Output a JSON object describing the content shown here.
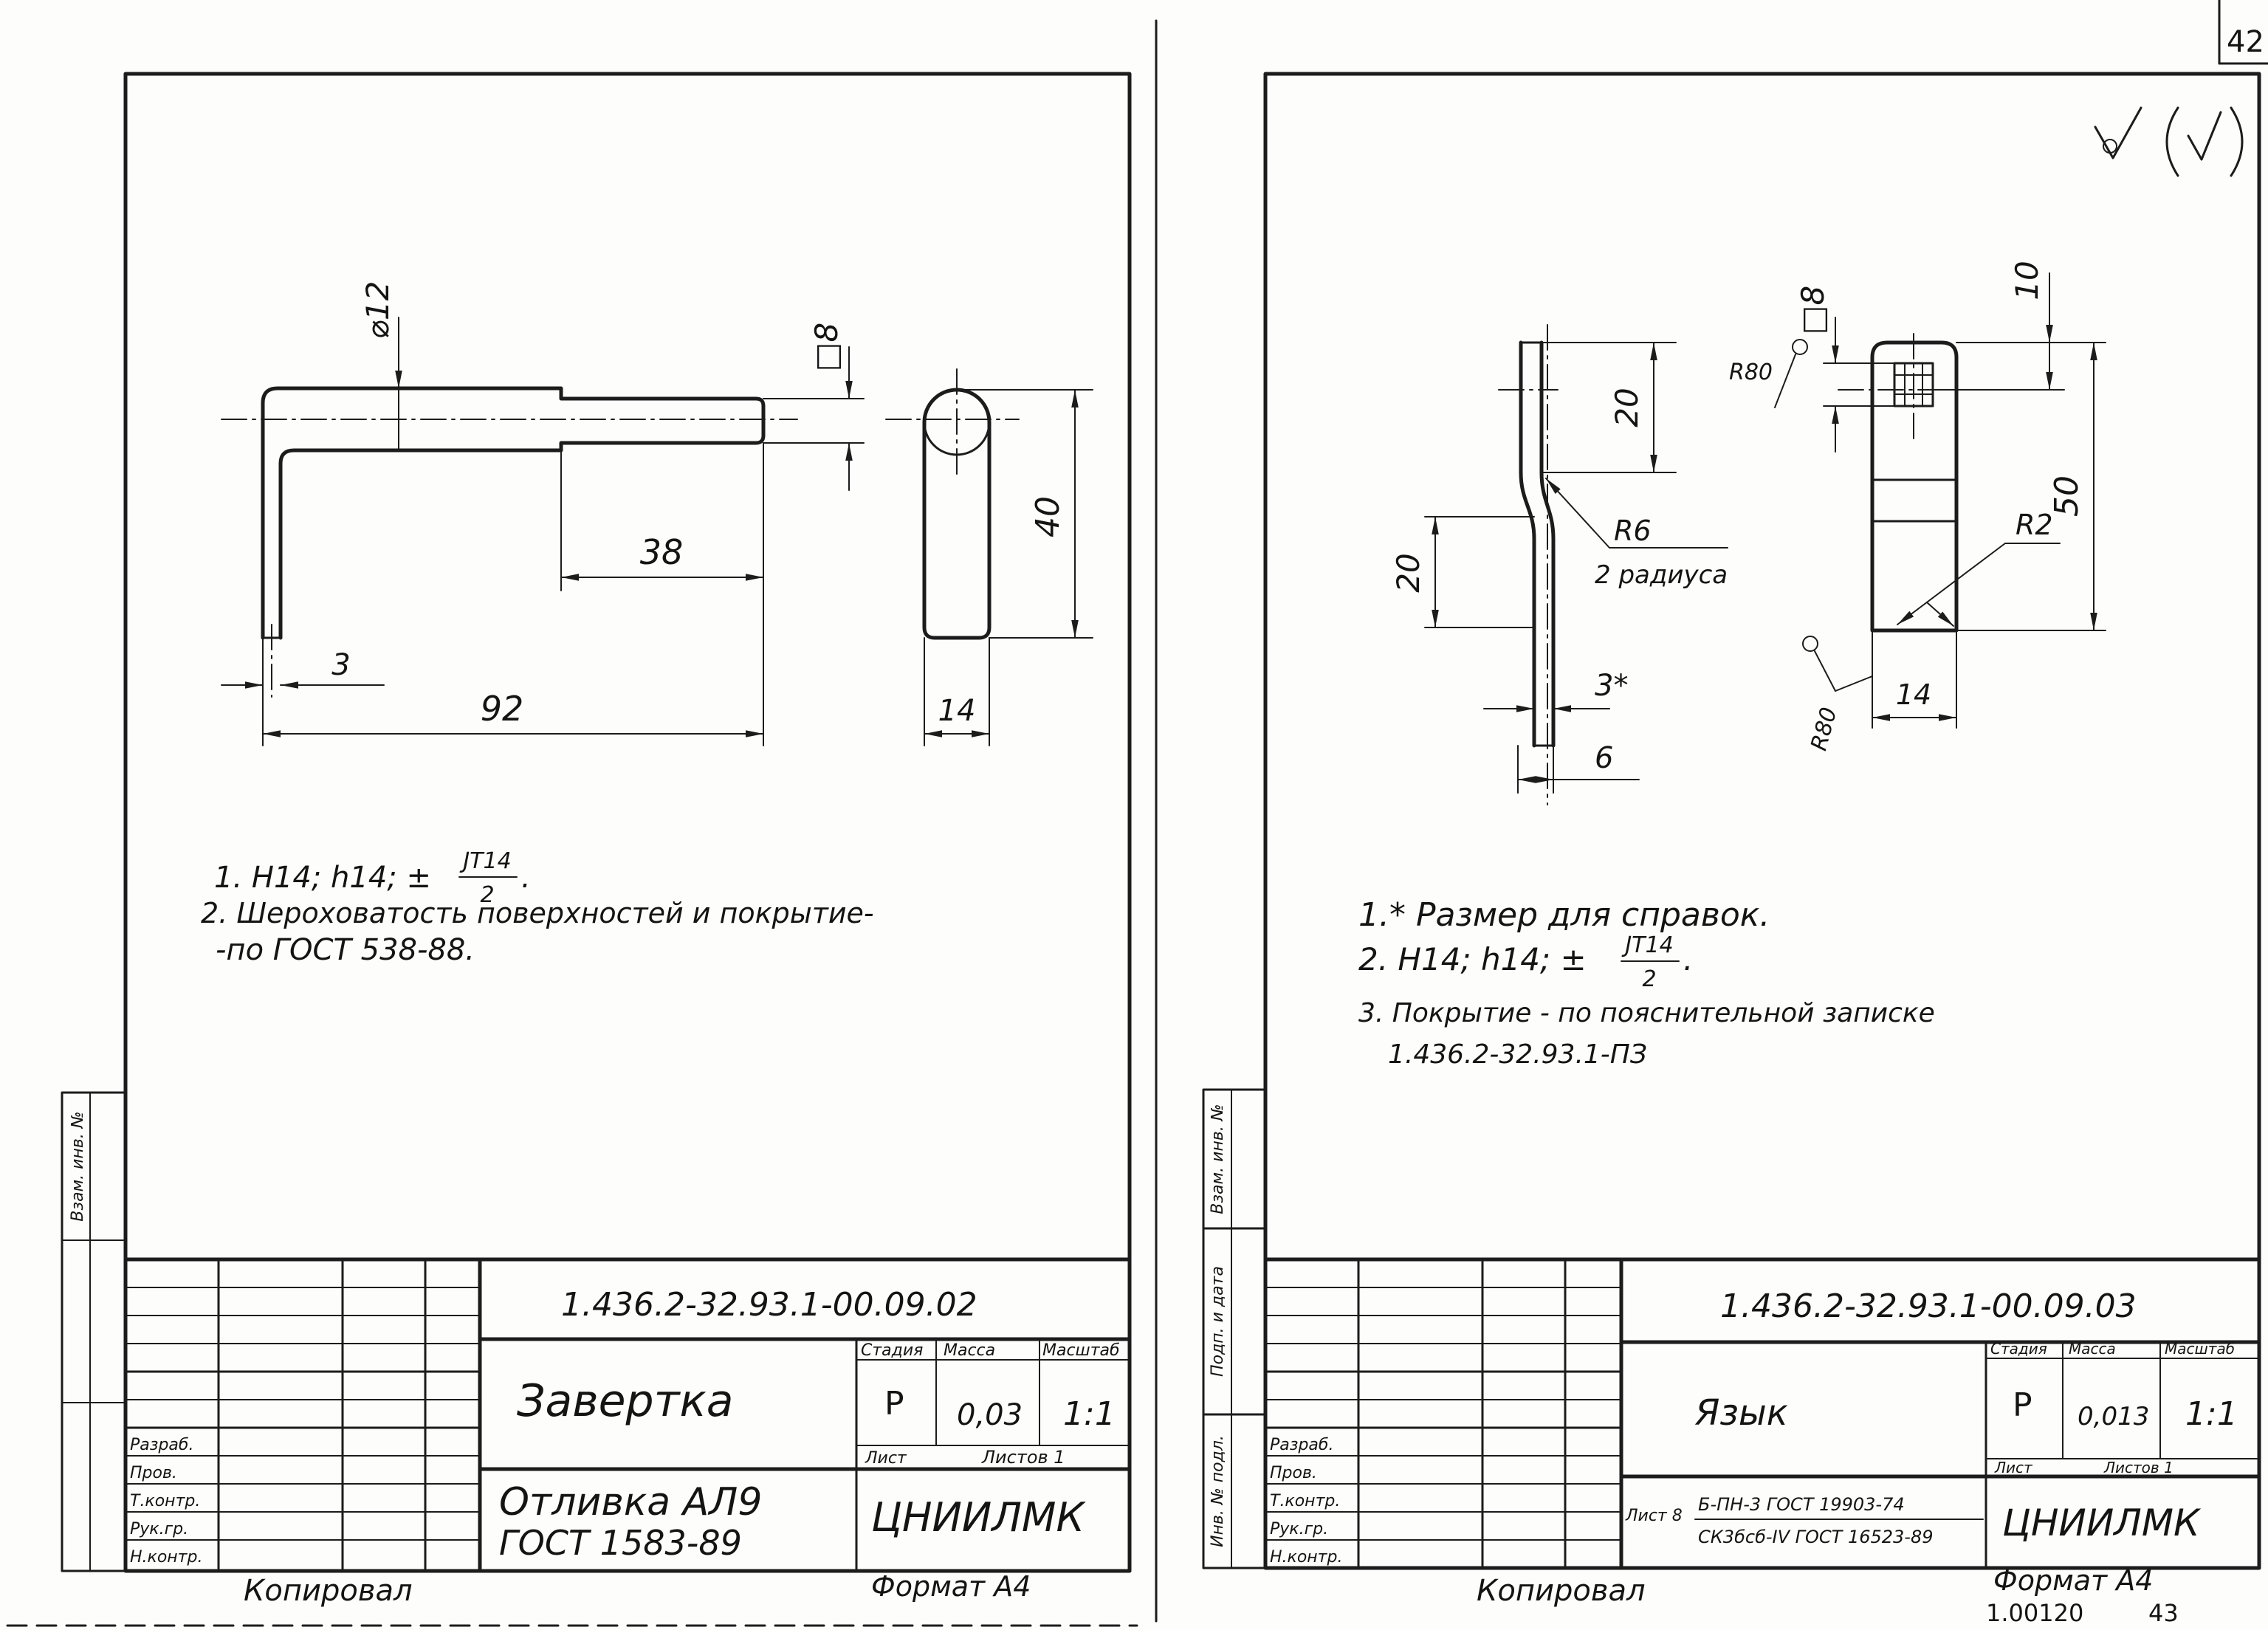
{
  "page": {
    "number": "42"
  },
  "left": {
    "dims": {
      "dia12": "⌀12",
      "sq8": "□8",
      "d38": "38",
      "d40": "40",
      "d3": "3",
      "d92": "92",
      "d14": "14"
    },
    "notes": {
      "n1": "1. H14; h14; ±",
      "n1_num": "JT14",
      "n1_den": "2",
      "n1_end": ".",
      "n2a": "2. Шероховатость поверхностей и покрытие-",
      "n2b": "-по ГОСТ 538-88."
    },
    "title_block": {
      "code": "1.436.2-32.93.1-00.09.02",
      "name": "Завертка",
      "stage_h": "Стадия",
      "mass_h": "Масса",
      "scale_h": "Масштаб",
      "stage": "Р",
      "mass": "0,03",
      "scale": "1:1",
      "sheet": "Лист",
      "sheets": "Листов 1",
      "material_1": "Отливка АЛ9",
      "material_2": "ГОСТ 1583-89",
      "org": "ЦНИИЛМК",
      "roles": [
        "Разраб.",
        "Пров.",
        "Т.контр.",
        "Рук.гр.",
        "Н.контр."
      ]
    },
    "strip": [
      "Взам. инв. №"
    ],
    "copied": "Копировал",
    "format": "Формат А4"
  },
  "right": {
    "dims": {
      "sq8": "□8",
      "d10": "10",
      "d20a": "20",
      "r6": "R6",
      "r6_note": "2 радиуса",
      "d20b": "20",
      "r80a": "R80",
      "r80b": "R80",
      "d50": "50",
      "r2": "R2",
      "d3s": "3*",
      "d14": "14",
      "d6": "6"
    },
    "notes": {
      "n1": "1.* Размер для справок.",
      "n2": "2. H14; h14; ±",
      "n2_num": "JT14",
      "n2_den": "2",
      "n2_end": ".",
      "n3": "3. Покрытие - по пояснительной записке",
      "n3b": "1.436.2-32.93.1-ПЗ"
    },
    "title_block": {
      "code": "1.436.2-32.93.1-00.09.03",
      "name": "Язык",
      "stage_h": "Стадия",
      "mass_h": "Масса",
      "scale_h": "Масштаб",
      "stage": "Р",
      "mass": "0,013",
      "scale": "1:1",
      "sheet": "Лист",
      "sheets": "Листов 1",
      "material_prefix": "Лист 8",
      "material_1": "Б-ПН-3 ГОСТ 19903-74",
      "material_2": "СК3бсб-IV ГОСТ 16523-89",
      "org": "ЦНИИЛМК",
      "roles": [
        "Разраб.",
        "Пров.",
        "Т.контр.",
        "Рук.гр.",
        "Н.контр."
      ]
    },
    "strip": [
      "Взам. инв. №",
      "Подп. и дата",
      "Инв. № подл."
    ],
    "copied": "Копировал",
    "format": "Формат А4",
    "archive_code": "1.00120",
    "page": "43"
  }
}
